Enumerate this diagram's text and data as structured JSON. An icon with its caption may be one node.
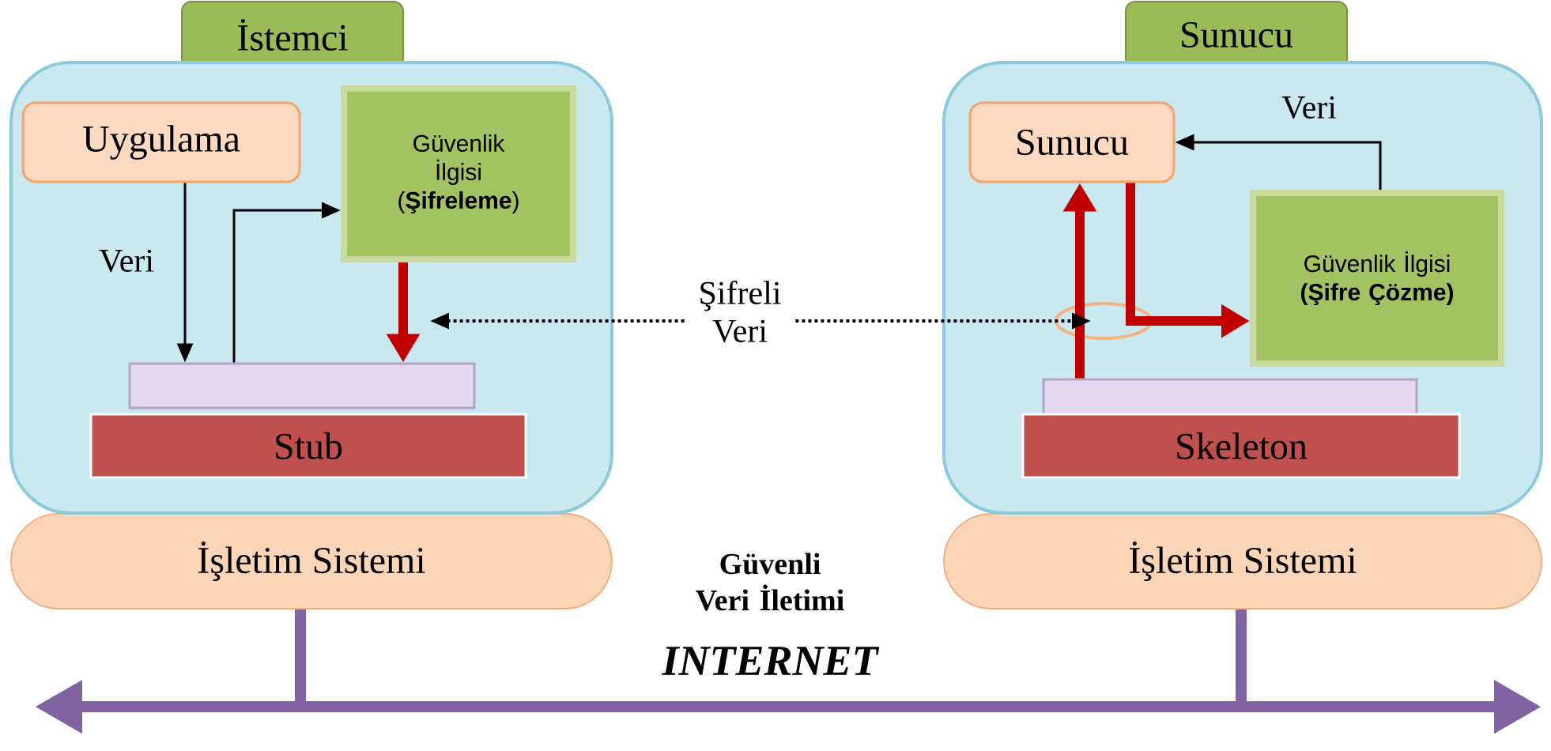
{
  "diagram": {
    "nodes": [
      {
        "text": [
          "İstemci"
        ]
      },
      {
        "text": [
          "İşletim Sistemi"
        ]
      },
      {
        "text": [],
        "shape": "box"
      },
      {
        "text": [
          "Uygulama"
        ],
        "in": 2
      },
      {
        "text": [
          "Güvenlik İlgisi (**Şifreleme**)"
        ],
        "in": 2
      },
      {
        "text": [],
        "shape": "bar",
        "in": 2
      },
      {
        "text": [
          "Stub"
        ],
        "in": 2
      },
      {
        "text": [
          "Sunucu"
        ]
      },
      {
        "text": [
          "İşletim Sistemi"
        ]
      },
      {
        "text": [],
        "shape": "box"
      },
      {
        "text": [
          "Sunucu"
        ],
        "in": 9
      },
      {
        "text": [
          "Güvenlik İlgisi **(Şifre Çözme)**"
        ],
        "in": 9
      },
      {
        "text": [],
        "shape": "bar",
        "in": 9
      },
      {
        "text": [
          "Skeleton"
        ],
        "in": 9
      },
      {
        "text": [
          "Şifreli Veri"
        ]
      }
    ],
    "edges": [
      {
        "from": 3,
        "to": 5,
        "arrow": "to",
        "label": "Veri"
      },
      {
        "from": 5,
        "to": 4,
        "arrow": "to"
      },
      {
        "from": 4,
        "to": 5,
        "arrow": "to",
        "color": "#c00000"
      },
      {
        "from": 14,
        "to": null,
        "arrow": "to",
        "style": "dashed"
      },
      {
        "from": 12,
        "to": 10,
        "arrow": "to",
        "color": "#c00000"
      },
      {
        "from": 10,
        "to": 11,
        "arrow": "to",
        "color": "#c00000"
      },
      {
        "from": 11,
        "to": 10,
        "arrow": "to",
        "label": "Veri"
      },
      {
        "from": 1,
        "to": 8,
        "arrow": "none",
        "color": "#8064a2"
      },
      {
        "from": 1,
        "to": null,
        "arrow": "to",
        "color": "#8064a2"
      },
      {
        "from": 8,
        "to": null,
        "arrow": "to",
        "color": "#8064a2"
      },
      {
        "from": 14,
        "to": null,
        "arrow": "to",
        "style": "dashed"
      }
    ],
    "labels": [
      "Güvenli Veri İletimi",
      "INTERNET"
    ]
  }
}
